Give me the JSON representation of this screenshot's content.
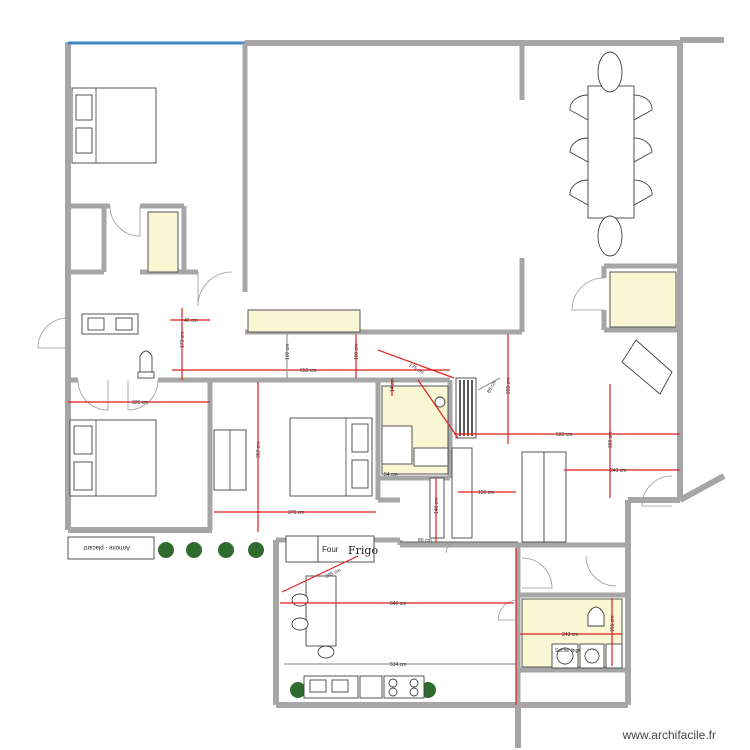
{
  "watermark": "www.archifacile.fr",
  "labels": {
    "four": "Four",
    "frigo": "Frigo",
    "salle_de_bain": "Seche linge",
    "note_box": "Armoire - placard"
  },
  "dimensions": {
    "d_40": "40 cm",
    "d_173": "173 cm",
    "d_650": "650 cm",
    "d_100a": "100 cm",
    "d_100b": "100 cm",
    "d_326": "326 cm",
    "d_175": "175 cm",
    "d_357": "357 cm",
    "d_370": "370 cm",
    "d_14": "14 cm",
    "d_54": "54 cm",
    "d_86": "86 cm",
    "d_255": "255 cm",
    "d_530": "530 cm",
    "d_260": "260 cm",
    "d_243a": "243 cm",
    "d_126": "126 cm",
    "d_146": "146 cm",
    "d_80": "80 cm",
    "d_295": "295 cm",
    "d_546": "546 cm",
    "d_534": "534 cm",
    "d_243b": "243 cm",
    "d_151": "151 cm"
  },
  "colors": {
    "wall": "#a6a6a6",
    "dimension": "#e01f1f",
    "fixture_fill": "#fbf6d3",
    "window": "#3f86c5"
  }
}
